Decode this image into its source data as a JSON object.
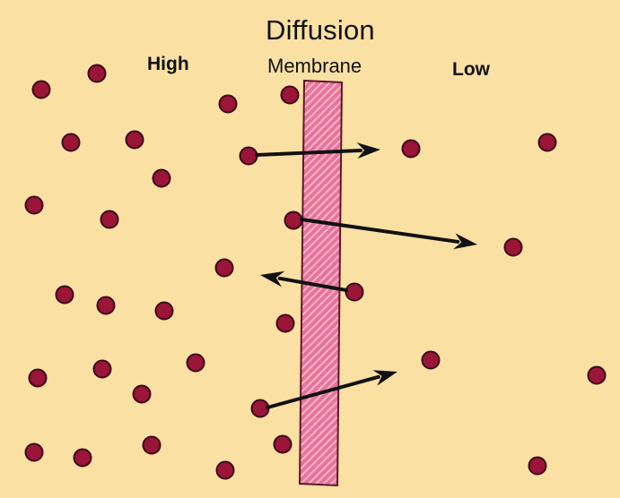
{
  "title": "Diffusion",
  "labels": {
    "high": "High",
    "membrane": "Membrane",
    "low": "Low"
  },
  "colors": {
    "background": "#fbe0a4",
    "membrane_fill": "#e8739a",
    "membrane_stripe": "#f7b4c8",
    "membrane_edge": "#5a1a2a",
    "particle_fill": "#9a1538",
    "particle_edge": "#3c0a16",
    "arrow": "#111111"
  },
  "regions": {
    "high_concentration_particles": 26,
    "low_concentration_particles": 6,
    "particles_crossing_membrane": 4
  },
  "arrows": [
    {
      "name": "arrow-high-to-low-1",
      "direction": "right"
    },
    {
      "name": "arrow-high-to-low-2",
      "direction": "right"
    },
    {
      "name": "arrow-low-to-high",
      "direction": "left"
    },
    {
      "name": "arrow-high-to-low-3",
      "direction": "right"
    }
  ],
  "icons": {
    "particle": "particle-icon",
    "arrowhead": "arrowhead-icon"
  }
}
